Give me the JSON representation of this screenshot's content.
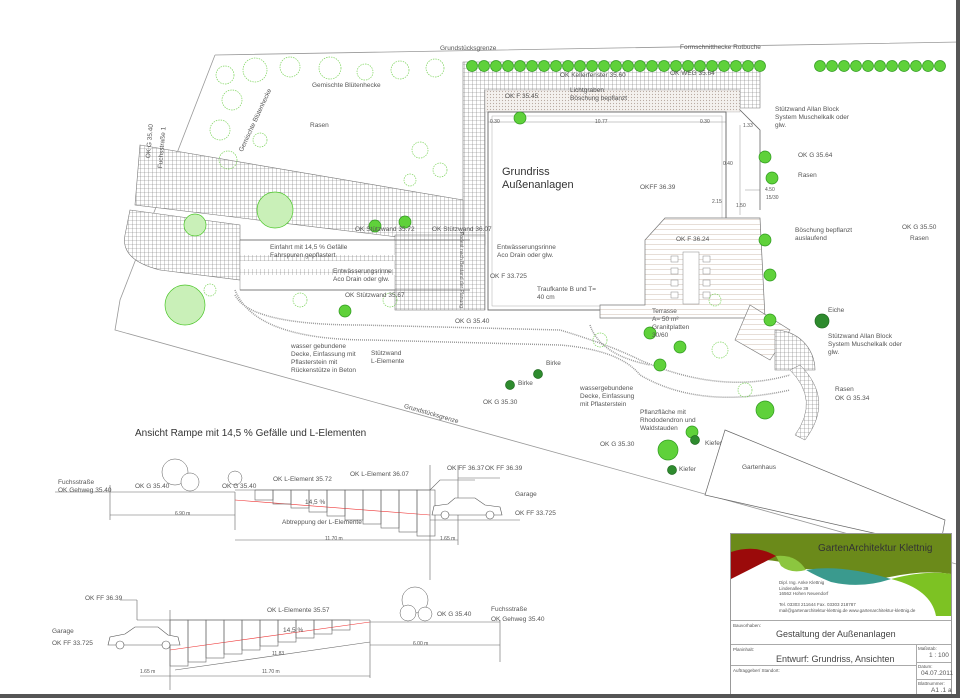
{
  "plan": {
    "labels": [
      "Grundstücksgrenze",
      "Formschnitthecke Rotbuche",
      "Gemischte Blütenhecke",
      "Gemischte Blütenhecke",
      "Rasen",
      "OK G 35.40",
      "Fuchsstraße 1",
      "Lichtgraben\nBöschung bepflanzt",
      "OK F 35.45",
      "OK Kellerfenster 35.60",
      "OK WEG 35.64",
      "Grundriss\nAußenanlagen",
      "OKFF 36.39",
      "Podest nach Bestand der Planung",
      "OK Stützwand 35.72",
      "OK Stützwand 36.07",
      "Einfahrt mit 14,5 % Gefälle\nFahrspuren gepflastert",
      "Entwässerungsrinne\nAco Drain oder glw.",
      "Entwässerungsrinne\nAco Drain oder glw.",
      "OK F 33.725",
      "Traufkante B und T=\n40 cm",
      "OK Stützwand 35.67",
      "OK G 35.40",
      "wasser gebundene\nDecke, Einfassung mit\nPflasterstein mit\nRückenstütze in Beton",
      "Stützwand\nL-Elemente",
      "Birke",
      "Birke",
      "wassergebundene\nDecke, Einfassung\nmit Pflasterstein",
      "OK G 35.30",
      "Stützwand Allan Block\nSystem Muschelkalk oder\nglw.",
      "OK G 35.64",
      "Rasen",
      "OK F 36.24",
      "Böschung bepflanzt\nauslaufend",
      "OK G 35.50",
      "Rasen",
      "Terrasse\nA= 50 m²\nGranitplatten\n30/60",
      "Eiche",
      "Stützwand Allan Block\nSystem Muschelkalk oder\nglw.",
      "Rasen",
      "OK G 35.34",
      "Pflanzfläche mit\nRhododendron und\nWaldstauden",
      "OK G 35.30",
      "Kiefer",
      "Kiefer",
      "Gartenhaus",
      "Grundstücksgrenze"
    ],
    "dimensions": [
      "0.30",
      "10.77",
      "0.30",
      "1.33",
      "0.40",
      "1.50",
      "2.15",
      "4.50",
      "15/30"
    ]
  },
  "section1": {
    "title": "Ansicht Rampe mit 14,5 % Gefälle und L-Elementen",
    "street": "Fuchsstraße",
    "sidewalk": "OK Gehweg 35.40",
    "okg1": "OK G 35.40",
    "okg2": "OK G 35.40",
    "l1": "OK L-Element 35.72",
    "l2": "OK L-Element 36.07",
    "ff1": "OK FF 36.37",
    "ff2": "OK FF 36.39",
    "garage": "Garage",
    "ff3": "OK FF 33.725",
    "slope": "14,5 %",
    "stepping": "Abtreppung der L-Elemente",
    "d1": "6.90 m",
    "d2": "11.70 m",
    "d3": "1.65 m"
  },
  "section2": {
    "ff1": "OK FF 36.39",
    "garage": "Garage",
    "ff2": "OK FF 33.725",
    "l1": "OK L-Elemente 35.57",
    "slope": "14,5 %",
    "diag": "11.83",
    "okg": "OK G 35.40",
    "street": "Fuchsstraße",
    "sidewalk": "OK Gehweg 35.40",
    "d1": "6.00 m",
    "d2": "1.65 m",
    "d3": "11.70 m"
  },
  "titleblock": {
    "company": "GartenArchitektur Klettnig",
    "address": "Dipl. Ing. Anke Klettnig\nLindenallee 39\n16562 Hohen Neuendorf",
    "contact": "Tel. 03303 211644   Fax. 03303 218787\nmail@gartenarchitektur-klettnig.de   www.gartenarchitektur-klettnig.de",
    "project_label": "Bauvorhaben:",
    "project": "Gestaltung der Außenanlagen",
    "content_label": "Planinhalt:",
    "content": "Entwurf: Grundriss, Ansichten",
    "client_label": "Auftraggeber/ Standort:",
    "scale_label": "Maßstab:",
    "scale": "1 : 100",
    "date_label": "Datum:",
    "date": "04.07.2011",
    "sheet_label": "Blattnummer:",
    "sheet": "A1 .1 a",
    "colors": {
      "olive": "#6b8a1a",
      "red": "#9b0a0a",
      "teal": "#3a9a8e",
      "lime": "#7dc223"
    }
  }
}
